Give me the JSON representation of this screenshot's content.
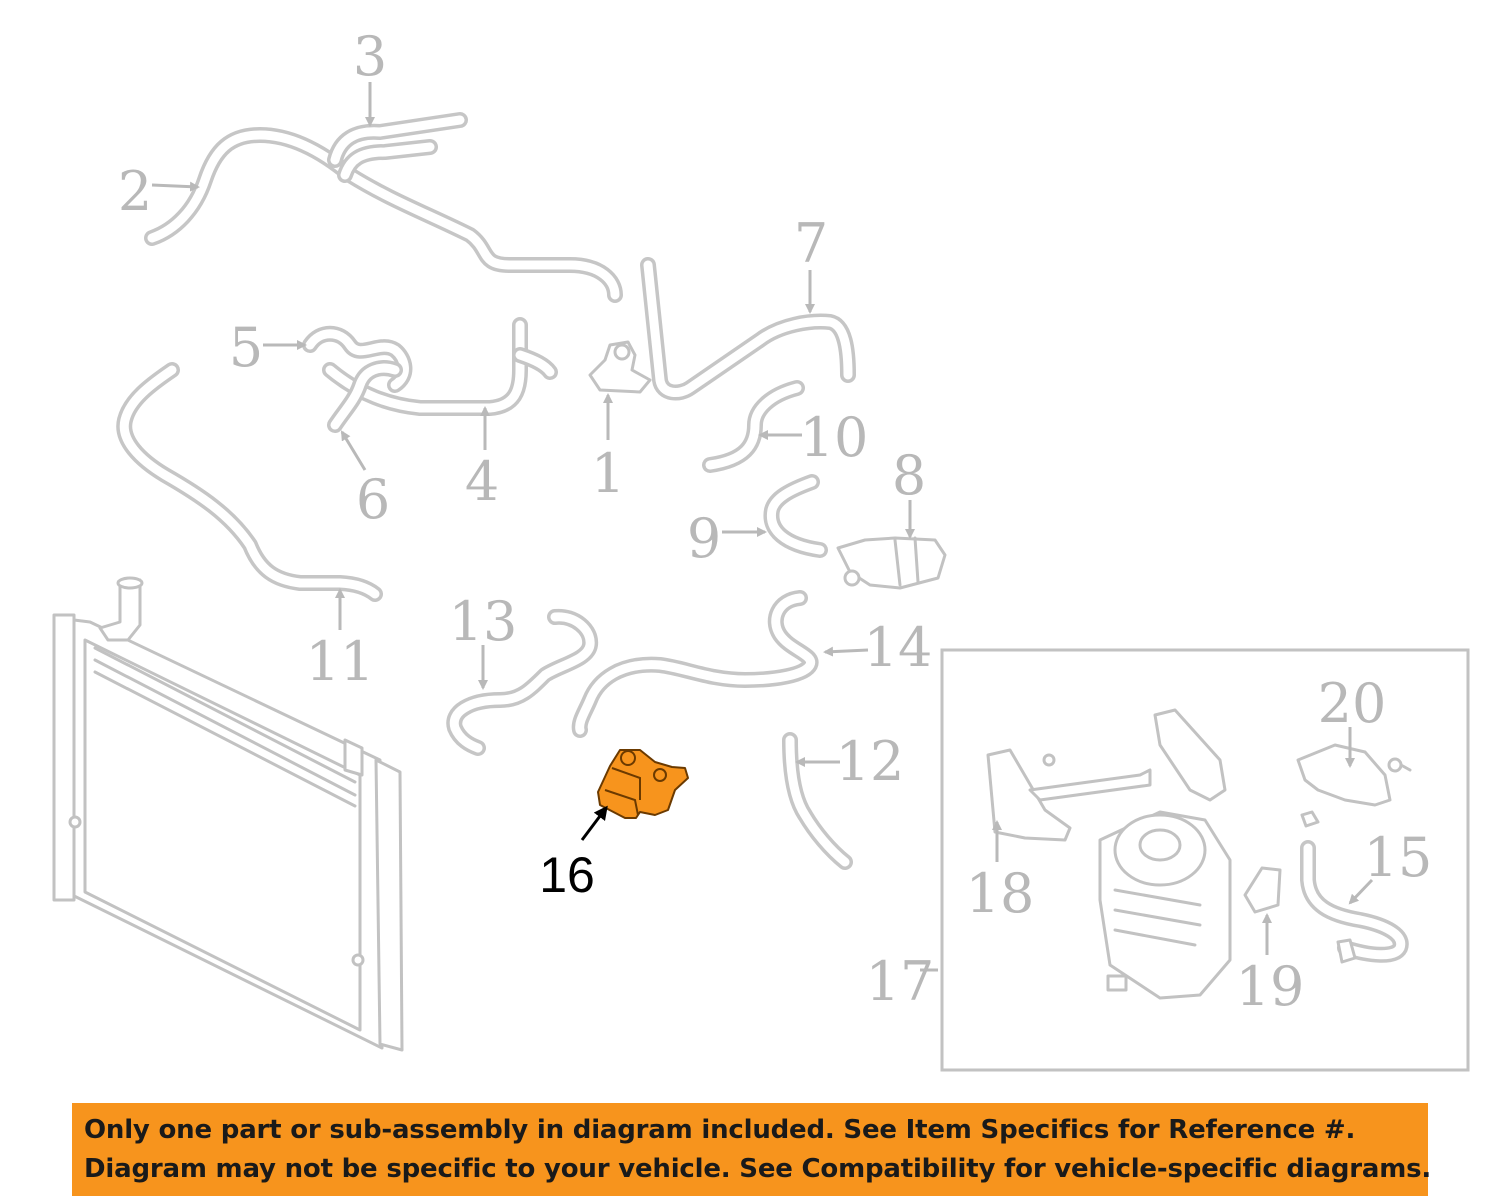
{
  "diagram": {
    "callouts": [
      "1",
      "2",
      "3",
      "4",
      "5",
      "6",
      "7",
      "8",
      "9",
      "10",
      "11",
      "12",
      "13",
      "14",
      "15",
      "16",
      "17",
      "18",
      "19",
      "20"
    ],
    "highlighted_callout": "16",
    "highlight_color": "#f7941d",
    "faded_color": "#c6c6c6"
  },
  "banner": {
    "line1": "Only one part or sub-assembly in diagram included. See Item Specifics for Reference #.",
    "line2": "Diagram may not be specific to your vehicle. See Compatibility for vehicle-specific diagrams.",
    "background": "#f7941d"
  }
}
